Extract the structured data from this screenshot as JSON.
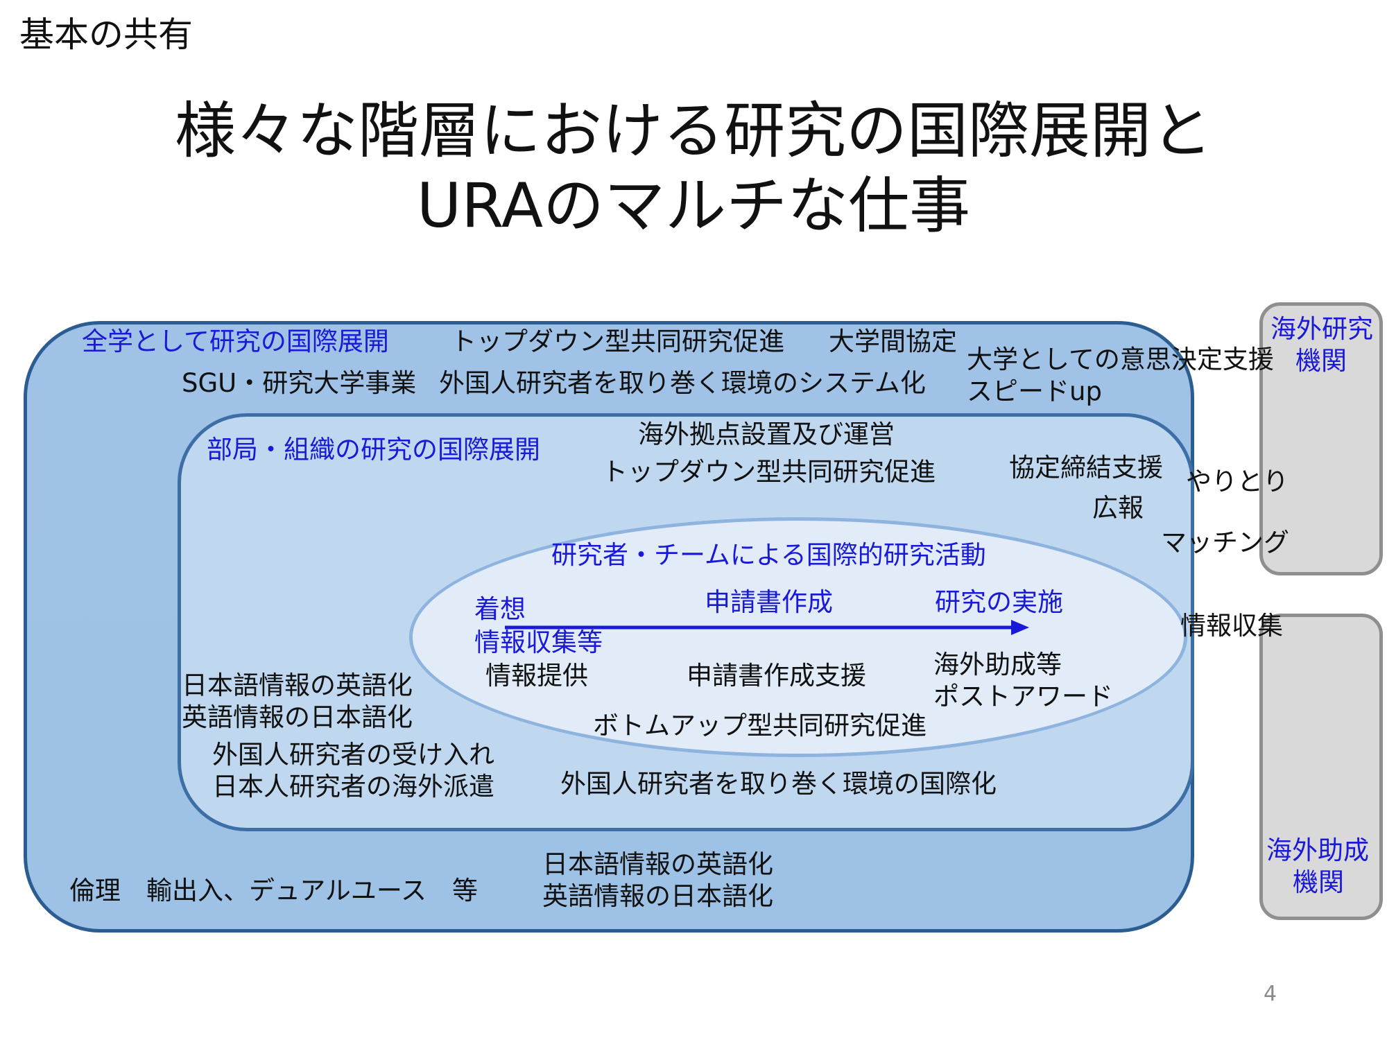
{
  "header": {
    "section_label": "基本の共有"
  },
  "title": {
    "line1": "様々な階層における研究の国際展開と",
    "line2": "URAのマルチな仕事"
  },
  "university_level": {
    "heading": "全学として研究の国際展開",
    "items": [
      "トップダウン型共同研究促進",
      "大学間協定",
      "SGU・研究大学事業",
      "外国人研究者を取り巻く環境のシステム化"
    ],
    "decision_support": [
      "大学としての意思決定支援",
      "スピードup"
    ],
    "bottom_left": "倫理　輸出入、デュアルユース　等",
    "bottom_translation": [
      "日本語情報の英語化",
      "英語情報の日本語化"
    ]
  },
  "department_level": {
    "heading": "部局・組織の研究の国際展開",
    "items_top": [
      "海外拠点設置及び運営",
      "トップダウン型共同研究促進"
    ],
    "agreement_support": "協定締結支援",
    "pr": "広報",
    "translation": [
      "日本語情報の英語化",
      "英語情報の日本語化"
    ],
    "researcher_exchange": [
      "外国人研究者の受け入れ",
      "日本人研究者の海外派遣"
    ],
    "environment": "外国人研究者を取り巻く環境の国際化"
  },
  "researcher_level": {
    "heading": "研究者・チームによる国際的研究活動",
    "stages": {
      "conception": [
        "着想",
        "情報収集等"
      ],
      "application": "申請書作成",
      "implementation": "研究の実施"
    },
    "support": {
      "info_provision": "情報提供",
      "application_support": "申請書作成支援",
      "post_award": [
        "海外助成等",
        "ポストアワード"
      ],
      "bottom_up": "ボトムアップ型共同研究促進"
    }
  },
  "external": {
    "research_institutions": [
      "海外研究",
      "機関"
    ],
    "funding_agencies": [
      "海外助成",
      "機関"
    ],
    "interactions": [
      "やりとり",
      "マッチング",
      "情報収集"
    ]
  },
  "page_number": "4",
  "colors": {
    "outer_fill": "#9fc2e6",
    "outer_border": "#2b5d93",
    "inner_fill": "#c0d8ef",
    "ellipse_fill": "#e1ecf8",
    "heading_blue": "#1a1ad6",
    "arrow": "#1a1ad6",
    "side_box_fill": "#d9d9d9"
  }
}
